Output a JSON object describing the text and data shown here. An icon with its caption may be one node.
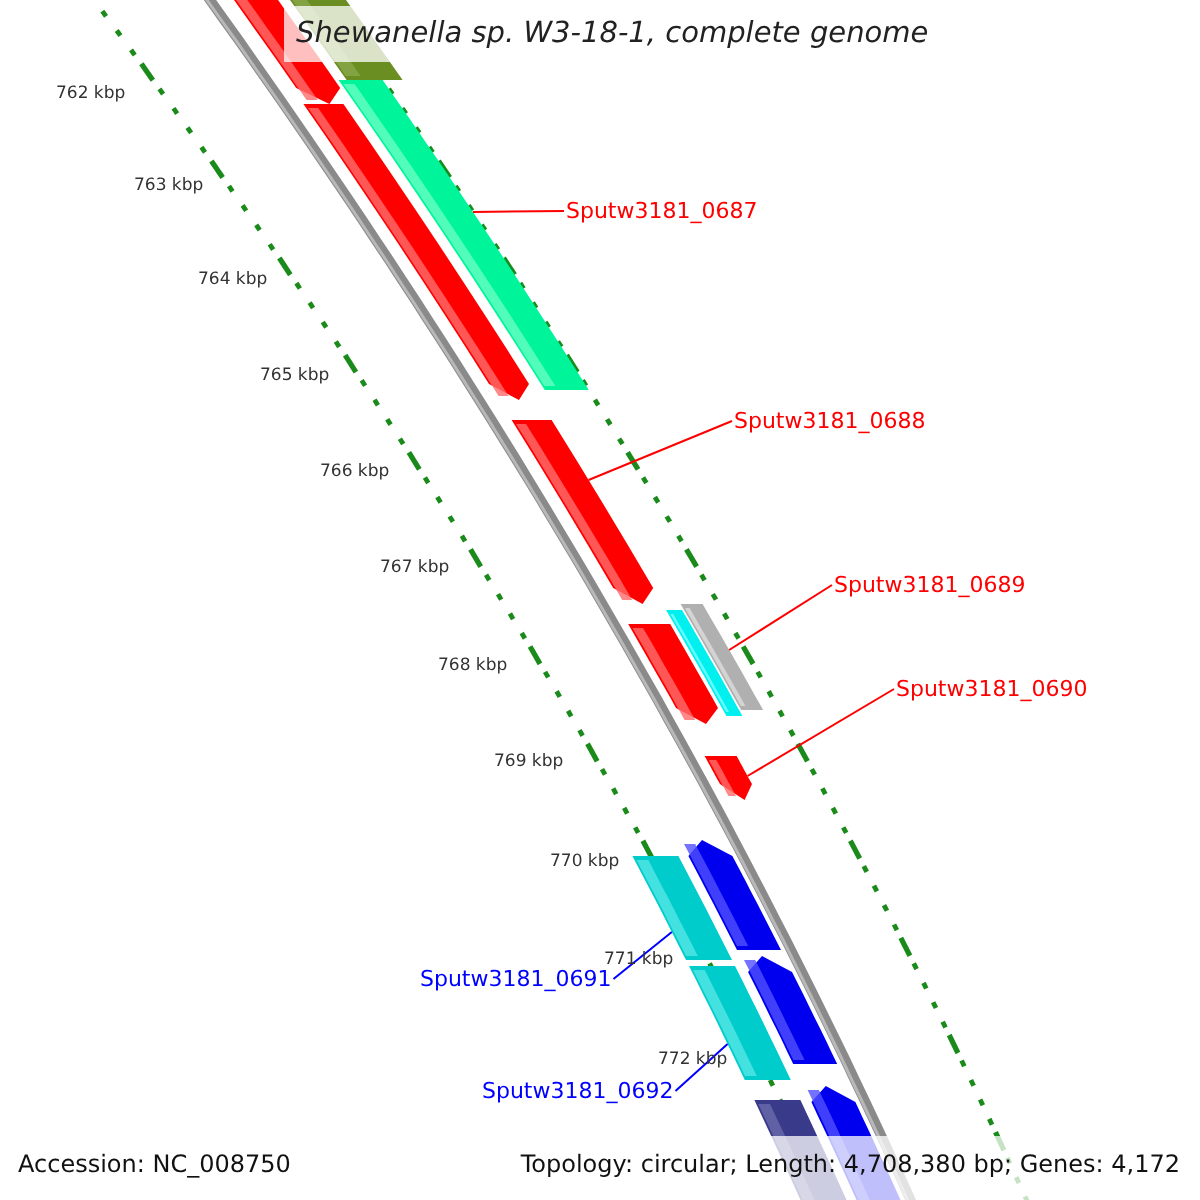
{
  "diagram": {
    "title": "Shewanella sp. W3-18-1, complete genome",
    "nodes": [
      {
        "text": [
          "Sputw3181_0687"
        ]
      },
      {
        "text": [],
        "shape": "bar"
      },
      {
        "text": [
          "Sputw3181_0688"
        ]
      },
      {
        "text": [],
        "shape": "bar"
      },
      {
        "text": [
          "Sputw3181_0689"
        ]
      },
      {
        "text": [],
        "shape": "bar"
      },
      {
        "text": [
          "Sputw3181_0690"
        ]
      },
      {
        "text": [],
        "shape": "bar"
      },
      {
        "text": [
          "Sputw3181_0691"
        ]
      },
      {
        "text": [],
        "shape": "bar"
      },
      {
        "text": [
          "Sputw3181_0692"
        ]
      },
      {
        "text": [],
        "shape": "bar"
      }
    ],
    "edges": [
      {
        "from": 0,
        "to": 1,
        "arrow": "none"
      },
      {
        "from": 2,
        "to": 3,
        "arrow": "none"
      },
      {
        "from": 4,
        "to": 5,
        "arrow": "none"
      },
      {
        "from": 6,
        "to": 7,
        "arrow": "none"
      },
      {
        "from": 8,
        "to": 9,
        "arrow": "none",
        "color": "#0000ff"
      },
      {
        "from": 10,
        "to": 11,
        "arrow": "none",
        "color": "#0000ff"
      }
    ],
    "labels": [
      "762 kbp",
      "763 kbp",
      "764 kbp",
      "765 kbp",
      "766 kbp",
      "767 kbp",
      "768 kbp",
      "769 kbp",
      "770 kbp",
      "771 kbp",
      "772 kbp",
      "Accession: NC_008750",
      "Topology: circular; Length: 4,708,380 bp; Genes: 4,172"
    ]
  }
}
